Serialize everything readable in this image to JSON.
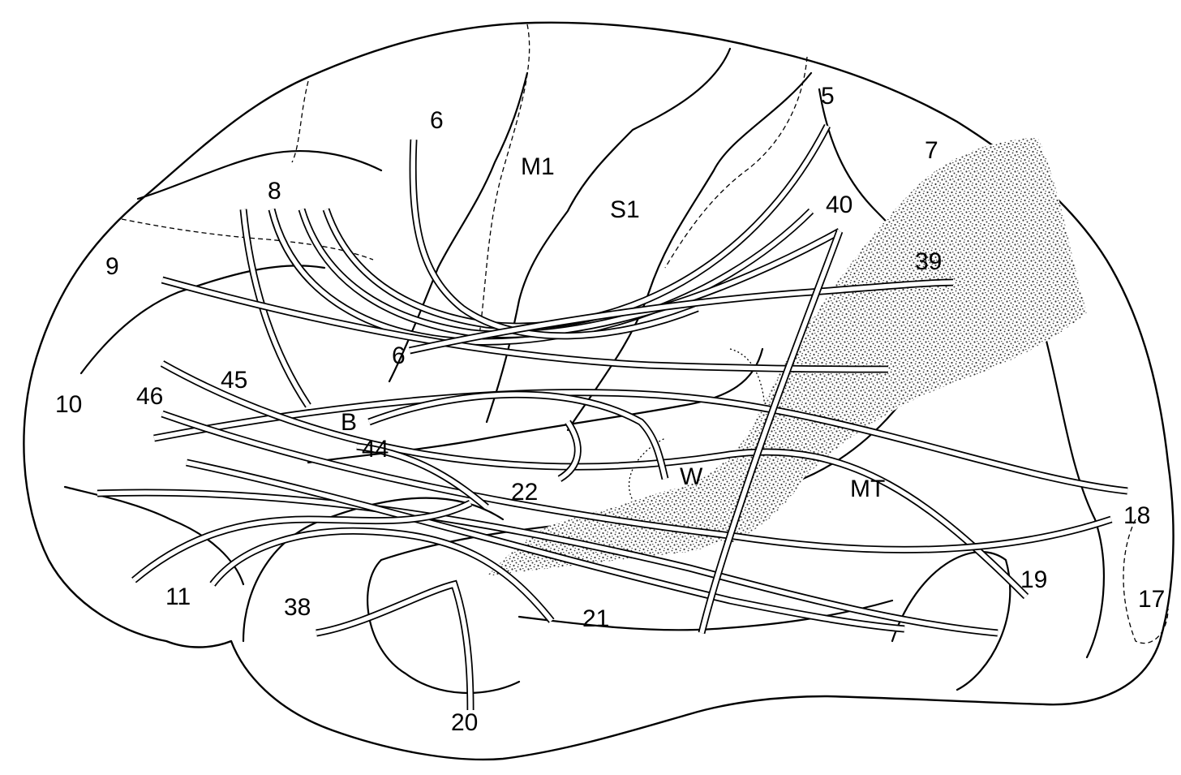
{
  "figure": {
    "labels": {
      "l6_top": "6",
      "m1": "M1",
      "s1": "S1",
      "l5": "5",
      "l7": "7",
      "l8": "8",
      "l40": "40",
      "l39": "39",
      "l9": "9",
      "l6_mid": "6",
      "l10": "10",
      "l46": "46",
      "l45": "45",
      "b": "B",
      "l44": "44",
      "l22": "22",
      "w": "W",
      "mt": "MT",
      "l18": "18",
      "l19": "19",
      "l17": "17",
      "l11": "11",
      "l38": "38",
      "l21": "21",
      "l20": "20"
    },
    "colors": {
      "ink": "#000000",
      "paper": "#ffffff",
      "stipple": "#3a3a3a"
    }
  }
}
